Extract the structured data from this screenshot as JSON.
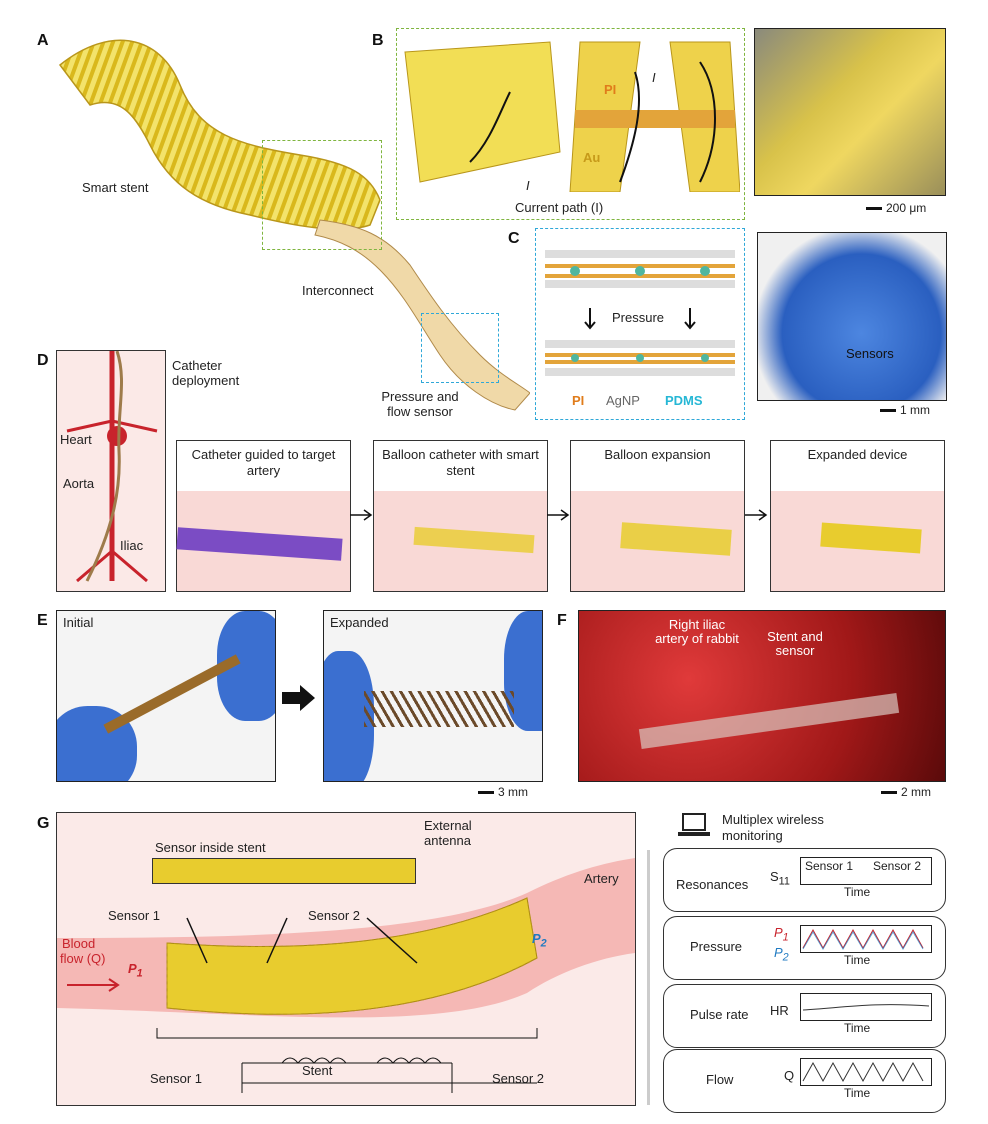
{
  "colors": {
    "stent": "#e8cc2e",
    "pink": "#f6c9c6",
    "artery": "#f5b8b5",
    "greenDash": "#7fb53f",
    "blueDash": "#2fa8d8",
    "balloon": "#7b4cc4",
    "red": "#c8232c",
    "blue": "#1f7ac1",
    "pi": "#e07c1b",
    "pdms": "#26b7d5"
  },
  "panelA": {
    "label": "A",
    "smart_stent": "Smart stent",
    "interconnect": "Interconnect",
    "sensor": "Pressure and flow sensor"
  },
  "panelB": {
    "label": "B",
    "pi": "PI",
    "au": "Au",
    "i": "I",
    "current_path": "Current path (I)",
    "scale": "200 μm"
  },
  "panelC": {
    "label": "C",
    "pressure": "Pressure",
    "pi": "PI",
    "agnp": "AgNP",
    "pdms": "PDMS",
    "sensors": "Sensors",
    "scale": "1 mm"
  },
  "panelD": {
    "label": "D",
    "catheter": "Catheter deployment",
    "heart": "Heart",
    "aorta": "Aorta",
    "iliac": "Iliac",
    "steps": [
      "Catheter guided to target artery",
      "Balloon catheter with smart stent",
      "Balloon expansion",
      "Expanded device"
    ]
  },
  "panelE": {
    "label": "E",
    "initial": "Initial",
    "expanded": "Expanded",
    "scale": "3 mm"
  },
  "panelF": {
    "label": "F",
    "artery": "Right iliac artery of rabbit",
    "stent": "Stent and sensor",
    "scale": "2 mm"
  },
  "panelG": {
    "label": "G",
    "sensor_inside": "Sensor inside stent",
    "antenna": "External antenna",
    "artery": "Artery",
    "sensor1": "Sensor 1",
    "sensor2": "Sensor 2",
    "blood": "Blood",
    "flow_q": "flow (Q)",
    "p1": "P",
    "p1sub": "1",
    "p2": "P",
    "p2sub": "2",
    "stent": "Stent",
    "circ_s1": "Sensor 1",
    "circ_s2": "Sensor 2",
    "wireless": "Multiplex wireless monitoring",
    "monitors": [
      {
        "name": "Resonances",
        "sym": "S",
        "sub": "11",
        "g1": "Sensor 1",
        "g2": "Sensor 2",
        "time": "Time"
      },
      {
        "name": "Pressure",
        "sym": "P",
        "sub1": "1",
        "sub2": "2",
        "time": "Time"
      },
      {
        "name": "Pulse rate",
        "sym": "HR",
        "time": "Time"
      },
      {
        "name": "Flow",
        "sym": "Q",
        "time": "Time"
      }
    ]
  }
}
